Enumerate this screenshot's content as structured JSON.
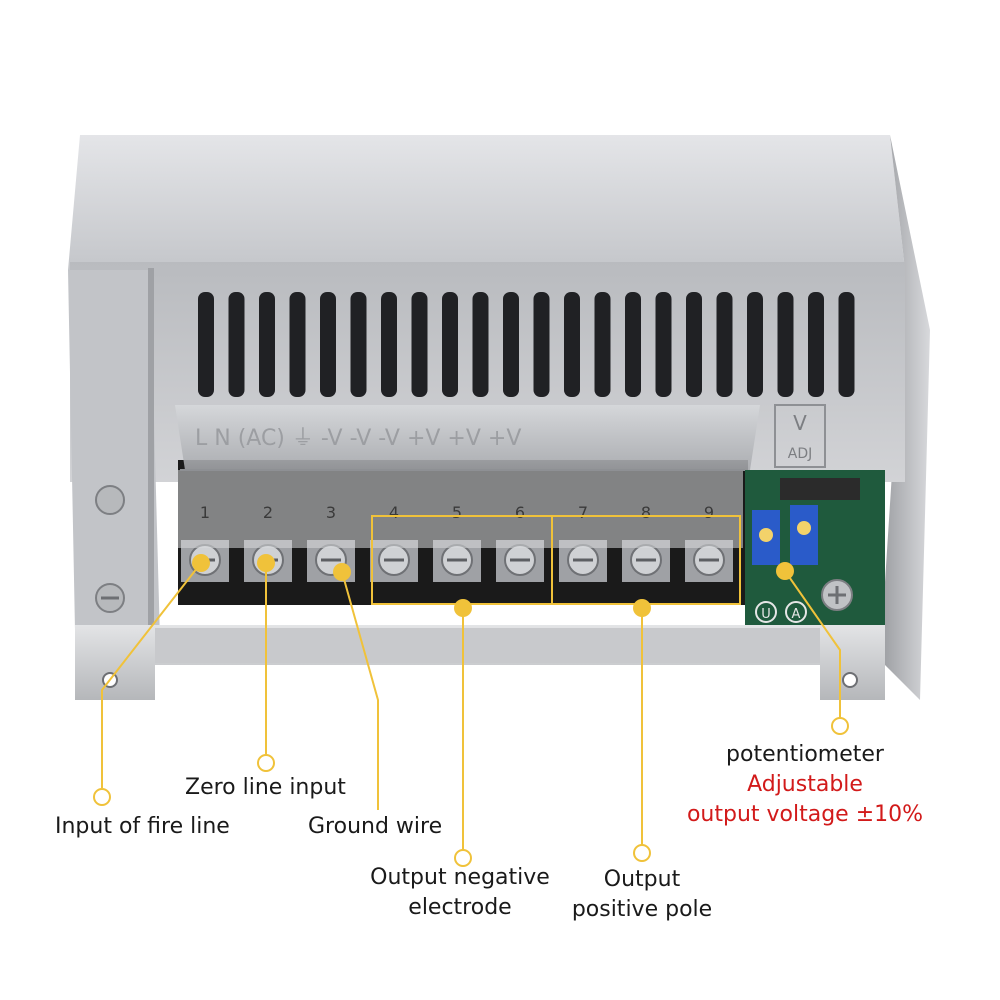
{
  "photo": {
    "case_color": "#c9cbcf",
    "terminal_color": "#1b1b1b",
    "accent_color": "#f0c23a",
    "terminal_numbers": [
      "1",
      "2",
      "3",
      "4",
      "5",
      "6",
      "7",
      "8",
      "9"
    ],
    "cover_markings": "L N (AC)  ⏚  -V -V -V +V +V +V",
    "adj_label_top": "V",
    "adj_label_bottom": "ADJ",
    "led_labels": [
      "U",
      "A"
    ]
  },
  "labels": {
    "fire_line": "Input of fire line",
    "zero_line": "Zero line input",
    "ground": "Ground wire",
    "neg_line1": "Output  negative",
    "neg_line2": "electrode",
    "pos_line1": "Output",
    "pos_line2": "positive pole",
    "pot_title": "potentiometer",
    "pot_line1": "Adjustable",
    "pot_line2": "output voltage ±10%"
  }
}
